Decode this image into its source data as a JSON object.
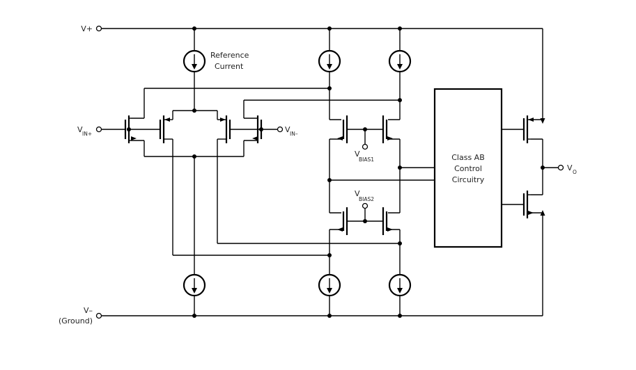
{
  "labels": {
    "vplus": "V+",
    "vminus": "V–",
    "ground": "(Ground)",
    "vinplus_main": "V",
    "vinplus_sub": "IN+",
    "vinminus_main": "V",
    "vinminus_sub": "IN–",
    "vbias1_main": "V",
    "vbias1_sub": "BIAS1",
    "vbias2_main": "V",
    "vbias2_sub": "BIAS2",
    "vo_main": "V",
    "vo_sub": "O",
    "ref_line1": "Reference",
    "ref_line2": "Current",
    "classab_line1": "Class AB",
    "classab_line2": "Control",
    "classab_line3": "Circuitry"
  }
}
